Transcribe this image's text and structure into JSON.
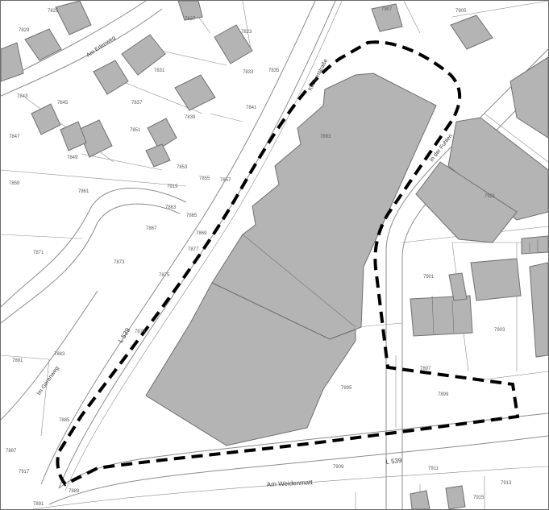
{
  "map": {
    "street_labels": [
      {
        "id": "am-weidenmatt",
        "text": "Am Weidenmatt"
      },
      {
        "id": "l539-south",
        "text": "L 539"
      },
      {
        "id": "l539-west",
        "text": "L 539"
      },
      {
        "id": "in-der-fuhlen",
        "text": "In der Fuhlen"
      },
      {
        "id": "kirchen-strasse",
        "text": "Kirchenstraße"
      },
      {
        "id": "am-erlenweg",
        "text": "Am Erlenweg"
      },
      {
        "id": "im-gerenweg",
        "text": "Im Gerenweg"
      }
    ],
    "parcel_numbers": [
      {
        "id": "p7825",
        "text": "7825"
      },
      {
        "id": "p7827",
        "text": "7827"
      },
      {
        "id": "p7823",
        "text": "7823"
      },
      {
        "id": "p7829",
        "text": "7829"
      },
      {
        "id": "p7831",
        "text": "7831"
      },
      {
        "id": "p7833",
        "text": "7833"
      },
      {
        "id": "p7835",
        "text": "7835"
      },
      {
        "id": "p7837",
        "text": "7837"
      },
      {
        "id": "p7839",
        "text": "7839"
      },
      {
        "id": "p7841",
        "text": "7841"
      },
      {
        "id": "p7843",
        "text": "7843"
      },
      {
        "id": "p7845",
        "text": "7845"
      },
      {
        "id": "p7847",
        "text": "7847"
      },
      {
        "id": "p7849",
        "text": "7849"
      },
      {
        "id": "p7851",
        "text": "7851"
      },
      {
        "id": "p7853",
        "text": "7853"
      },
      {
        "id": "p7855",
        "text": "7855"
      },
      {
        "id": "p7857",
        "text": "7857"
      },
      {
        "id": "p7859",
        "text": "7859"
      },
      {
        "id": "p7861",
        "text": "7861"
      },
      {
        "id": "p7863",
        "text": "7863"
      },
      {
        "id": "p7865",
        "text": "7865"
      },
      {
        "id": "p7867",
        "text": "7867"
      },
      {
        "id": "p7869",
        "text": "7869"
      },
      {
        "id": "p7871",
        "text": "7871"
      },
      {
        "id": "p7873",
        "text": "7873"
      },
      {
        "id": "p7875",
        "text": "7875"
      },
      {
        "id": "p7877",
        "text": "7877"
      },
      {
        "id": "p7879",
        "text": "7879"
      },
      {
        "id": "p7881",
        "text": "7881"
      },
      {
        "id": "p7883",
        "text": "7883"
      },
      {
        "id": "p7885",
        "text": "7885"
      },
      {
        "id": "p7887",
        "text": "7887"
      },
      {
        "id": "p7889",
        "text": "7889"
      },
      {
        "id": "p7891",
        "text": "7891"
      },
      {
        "id": "p7893",
        "text": "7893"
      },
      {
        "id": "p7895",
        "text": "7895"
      },
      {
        "id": "p7897",
        "text": "7897"
      },
      {
        "id": "p7899",
        "text": "7899"
      },
      {
        "id": "p7901",
        "text": "7901"
      },
      {
        "id": "p7903",
        "text": "7903"
      },
      {
        "id": "p7905",
        "text": "7905"
      },
      {
        "id": "p7907",
        "text": "7907"
      },
      {
        "id": "p7909",
        "text": "7909"
      },
      {
        "id": "p7911",
        "text": "7911"
      },
      {
        "id": "p7913",
        "text": "7913"
      },
      {
        "id": "p7915",
        "text": "7915"
      },
      {
        "id": "p7917",
        "text": "7917"
      },
      {
        "id": "p7919",
        "text": "7919"
      },
      {
        "id": "p7921",
        "text": "7921"
      }
    ],
    "colors": {
      "building_fill": "#b4b4b4",
      "building_stroke": "#707070",
      "line": "#8c8c8c",
      "boundary": "#000000",
      "background": "#ffffff"
    }
  }
}
